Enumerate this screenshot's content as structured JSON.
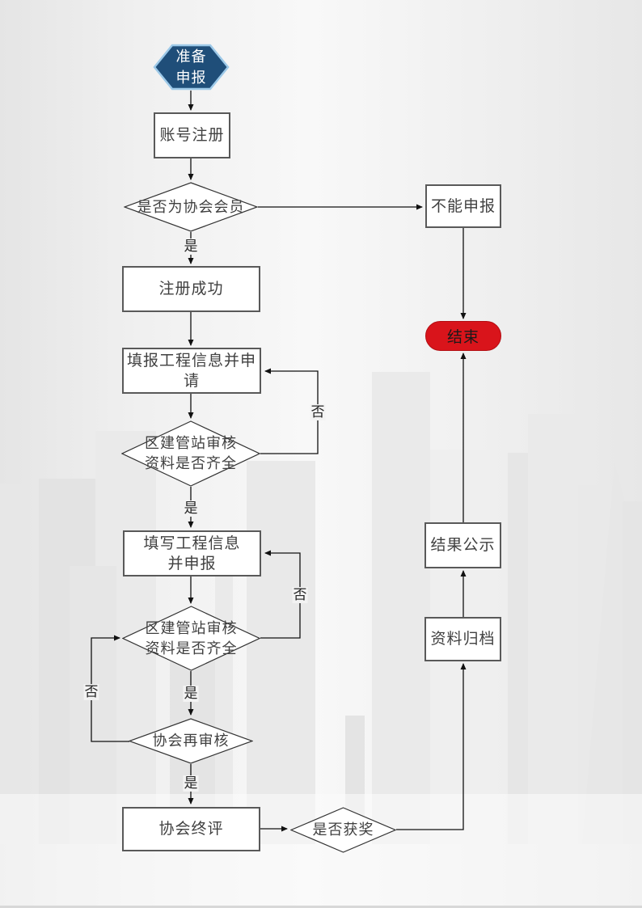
{
  "flowchart": {
    "nodes": {
      "start": {
        "label": "准备\n申报",
        "type": "hexagon"
      },
      "register": {
        "label": "账号注册",
        "type": "process"
      },
      "is_member": {
        "label": "是否为协会会员",
        "type": "decision"
      },
      "cannot_apply": {
        "label": "不能申报",
        "type": "process"
      },
      "register_success": {
        "label": "注册成功",
        "type": "process"
      },
      "fill_apply": {
        "label": "填报工程信息并申\n请",
        "type": "process"
      },
      "station_review_1": {
        "label": "区建管站审核\n资料是否齐全",
        "type": "decision"
      },
      "fill_declare": {
        "label": "填写工程信息\n并申报",
        "type": "process"
      },
      "station_review_2": {
        "label": "区建管站审核\n资料是否齐全",
        "type": "decision"
      },
      "assoc_rereview": {
        "label": "协会再审核",
        "type": "decision"
      },
      "assoc_final": {
        "label": "协会终评",
        "type": "process"
      },
      "is_award": {
        "label": "是否获奖",
        "type": "decision"
      },
      "archive": {
        "label": "资料归档",
        "type": "process"
      },
      "publicity": {
        "label": "结果公示",
        "type": "process"
      },
      "end": {
        "label": "结束",
        "type": "terminator"
      }
    },
    "edge_labels": {
      "yes": "是",
      "no": "否"
    },
    "colors": {
      "start_fill": "#1f4e79",
      "start_border": "#9dc9e8",
      "end_fill": "#d9141b",
      "end_border": "#b30d12",
      "node_border": "#595959",
      "diamond_border": "#333333",
      "connector": "#111111",
      "text": "#404040"
    }
  }
}
